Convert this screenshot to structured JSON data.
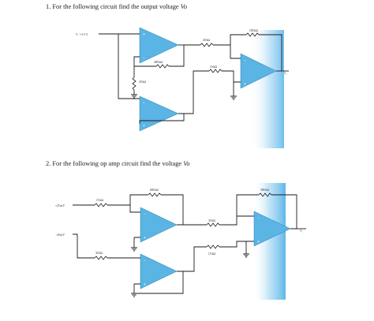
{
  "questions": [
    {
      "number": "1.",
      "text": "For the following circuit find the output voltage",
      "symbol": "Vo"
    },
    {
      "number": "2.",
      "text": "For the following op amp circuit find the voltage",
      "symbol": "Vo"
    }
  ],
  "circuit1": {
    "input_label": "V₁ = 0.1 V",
    "resistors": {
      "r_20k_top": "20 kΩ",
      "r_100k": "100 kΩ",
      "r_400k": "400 kΩ",
      "r_10k": "10 kΩ",
      "r_20k_vertical": "20 kΩ"
    },
    "output_label": "Vₒ"
  },
  "circuit2": {
    "input1_label": "+25 mV",
    "input2_label": "−20 mV",
    "resistors": {
      "r_15k_top": "15 kΩ",
      "r_600k": "600 kΩ",
      "r_30k_left": "30 kΩ",
      "r_30k_mid": "30 kΩ",
      "r_15k_mid": "15 kΩ",
      "r_300k": "300 kΩ"
    },
    "output_label": "Vₒ"
  },
  "pin_signs": {
    "plus": "+",
    "minus": "−"
  },
  "colors": {
    "opamp_fill": "#5ab4e4",
    "blue_glow": "#7ec6f0"
  }
}
